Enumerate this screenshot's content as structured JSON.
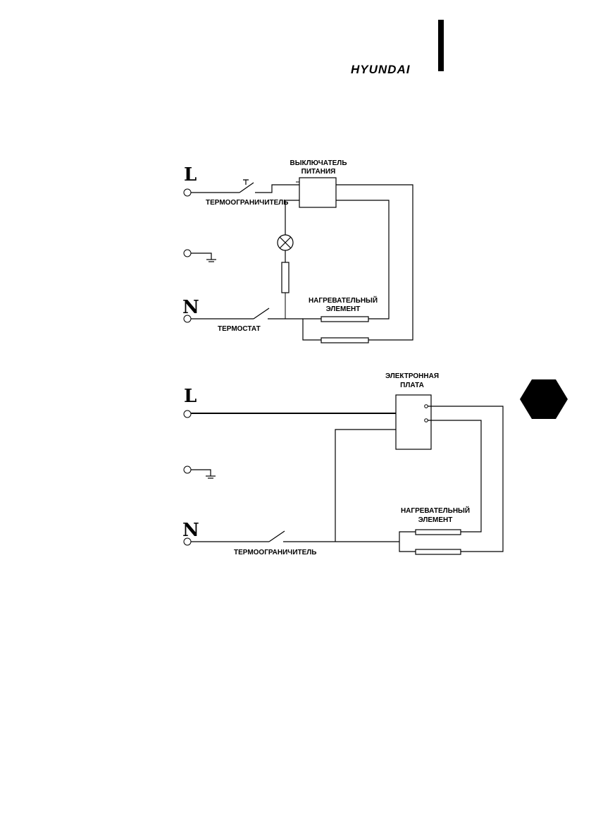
{
  "header": {
    "brand": "HYUNDAI"
  },
  "diagram1": {
    "terminal_l": "L",
    "terminal_n": "N",
    "power_switch_line1": "ВЫКЛЮЧАТЕЛЬ",
    "power_switch_line2": "ПИТАНИЯ",
    "thermal_limiter": "ТЕРМООГРАНИЧИТЕЛЬ",
    "heating_element_line1": "НАГРЕВАТЕЛЬНЫЙ",
    "heating_element_line2": "ЭЛЕМЕНТ",
    "thermostat": "ТЕРМОСТАТ"
  },
  "diagram2": {
    "terminal_l": "L",
    "terminal_n": "N",
    "board_line1": "ЭЛЕКТРОННАЯ",
    "board_line2": "ПЛАТА",
    "heating_element_line1": "НАГРЕВАТЕЛЬНЫЙ",
    "heating_element_line2": "ЭЛЕМЕНТ",
    "thermal_limiter": "ТЕРМООГРАНИЧИТЕЛЬ"
  },
  "colors": {
    "ink": "#000000",
    "background": "#ffffff"
  }
}
